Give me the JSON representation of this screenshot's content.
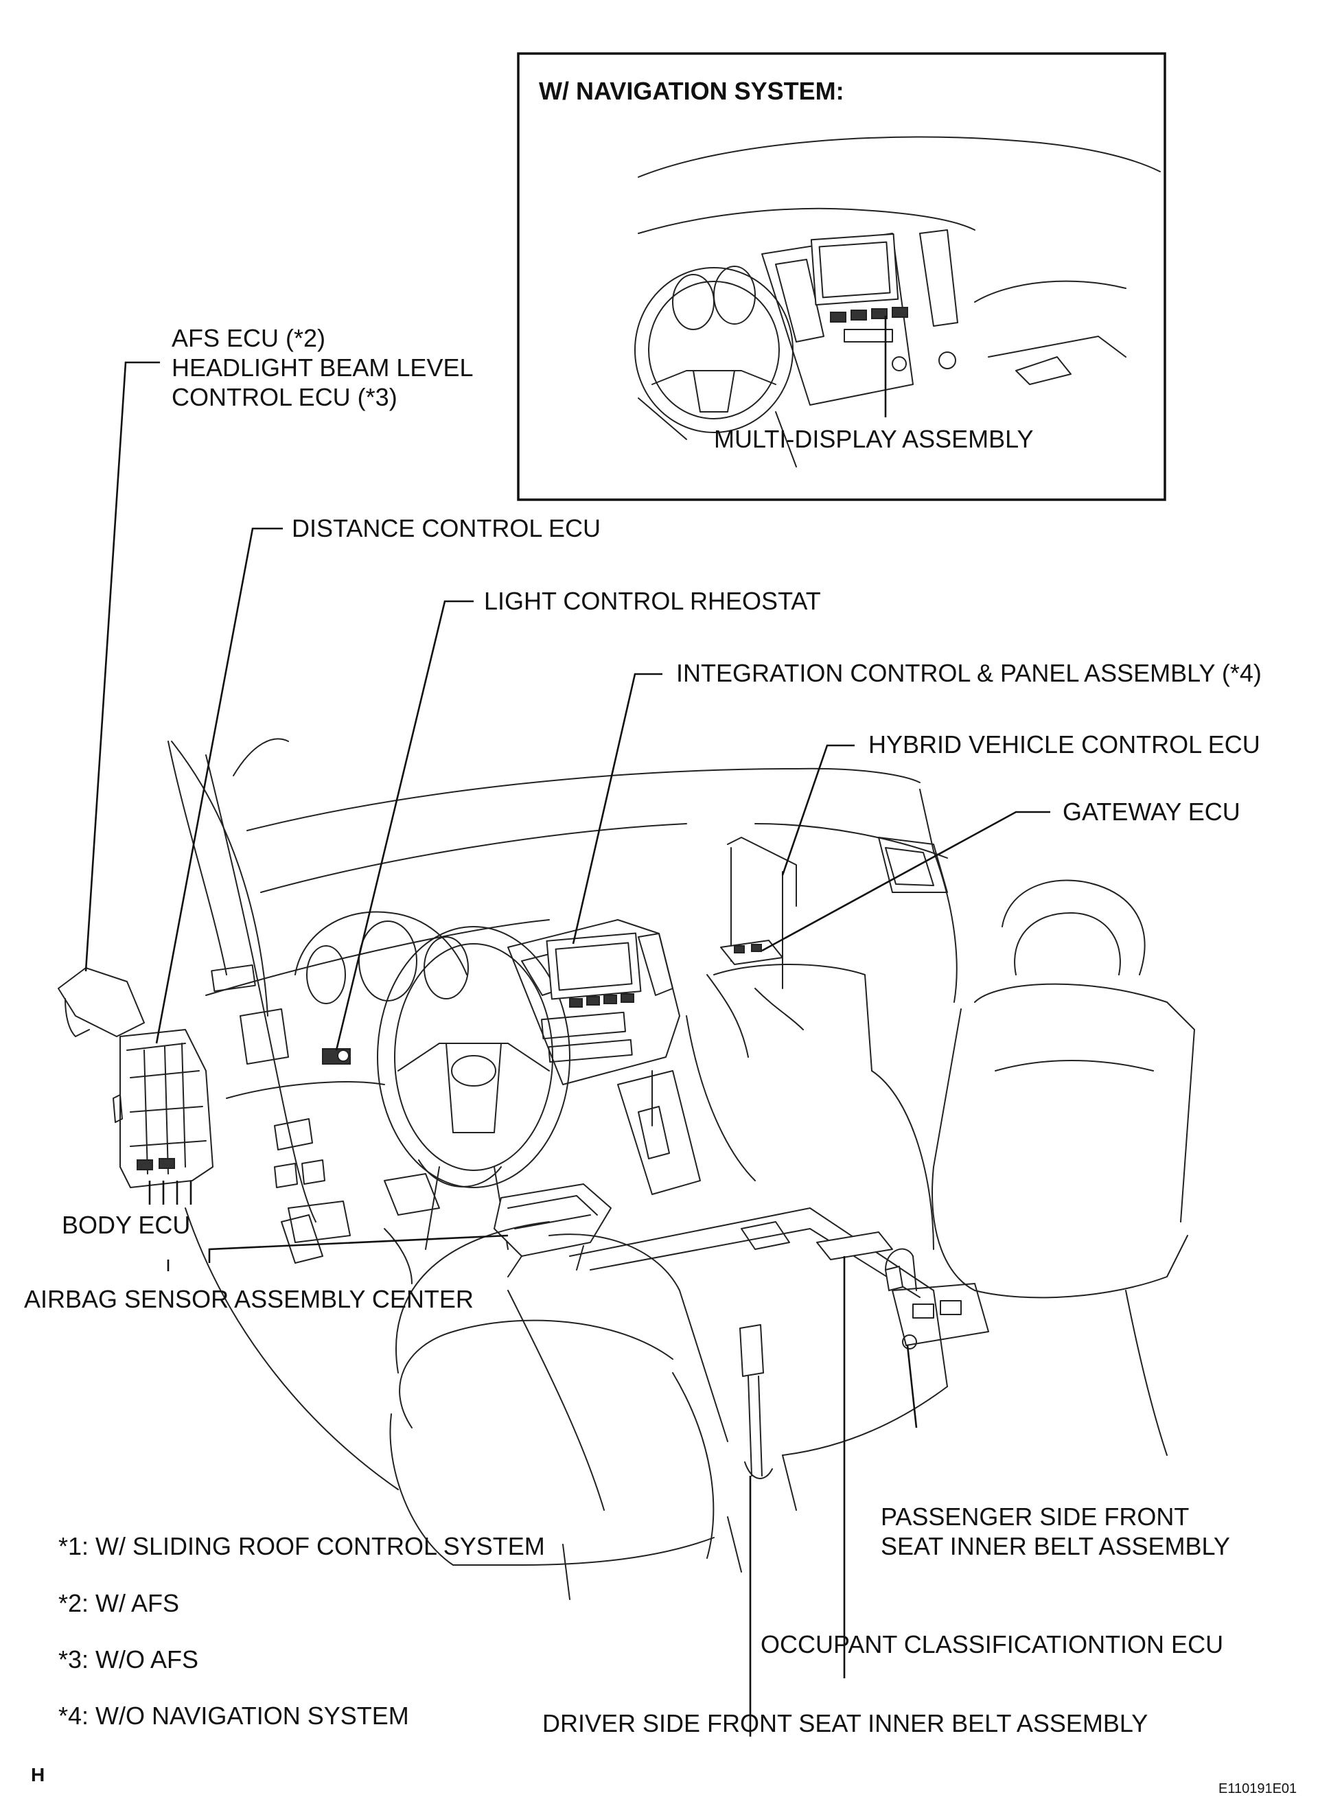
{
  "inset": {
    "title": "W/ NAVIGATION SYSTEM:",
    "label": "MULTI-DISPLAY ASSEMBLY"
  },
  "labels": {
    "afs_1": "AFS ECU (*2)",
    "afs_2": "HEADLIGHT BEAM LEVEL",
    "afs_3": "CONTROL ECU (*3)",
    "distance": "DISTANCE CONTROL ECU",
    "rheostat": "LIGHT CONTROL RHEOSTAT",
    "integration": "INTEGRATION CONTROL & PANEL ASSEMBLY (*4)",
    "hybrid": "HYBRID VEHICLE CONTROL ECU",
    "gateway": "GATEWAY ECU",
    "body": "BODY ECU",
    "airbag": "AIRBAG SENSOR ASSEMBLY CENTER",
    "passenger_1": "PASSENGER SIDE FRONT",
    "passenger_2": "SEAT INNER BELT ASSEMBLY",
    "occupant": "OCCUPANT CLASSIFICATIONTION ECU",
    "driver": "DRIVER SIDE FRONT SEAT INNER BELT ASSEMBLY"
  },
  "notes": [
    "*1: W/ SLIDING ROOF CONTROL SYSTEM",
    "*2: W/ AFS",
    "*3: W/O AFS",
    "*4: W/O NAVIGATION SYSTEM"
  ],
  "corner": {
    "letter": "H",
    "code": "E110191E01"
  }
}
